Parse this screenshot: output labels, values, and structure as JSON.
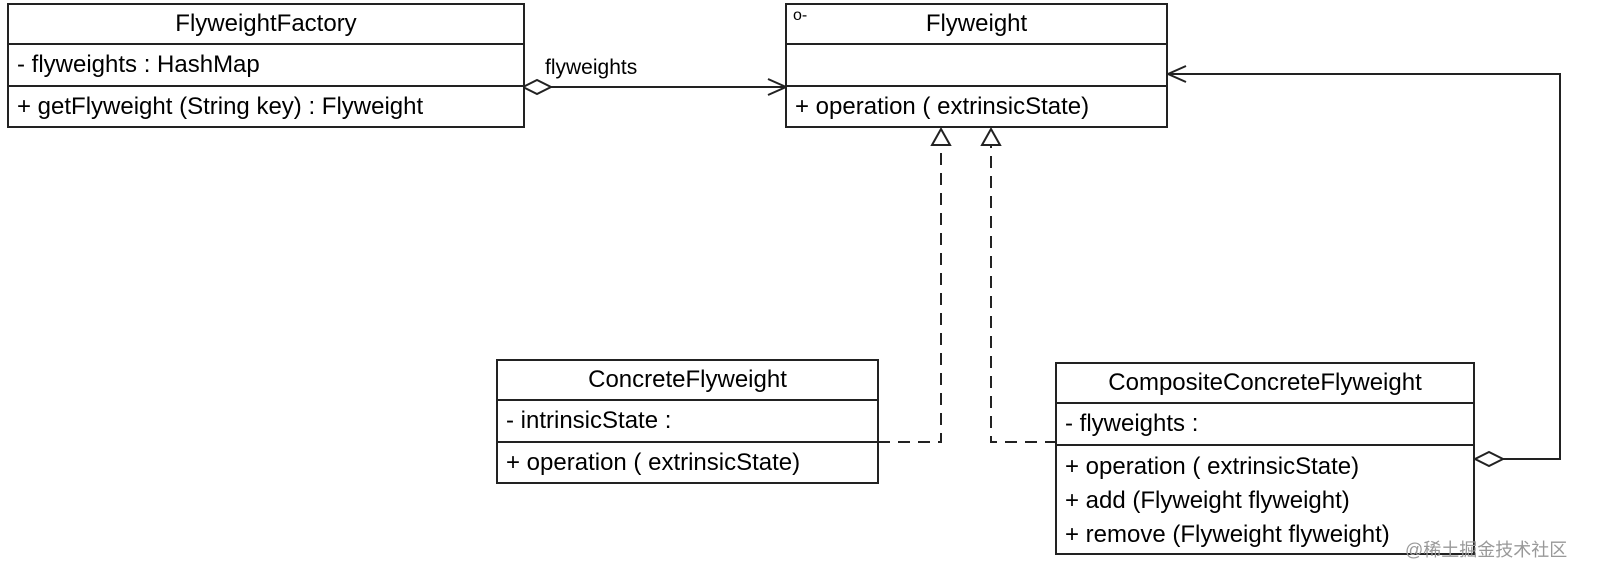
{
  "classes": {
    "factory": {
      "name": "FlyweightFactory",
      "attributes": [
        "- flyweights : HashMap"
      ],
      "operations": [
        "+ getFlyweight (String key) : Flyweight"
      ]
    },
    "flyweight": {
      "stereotype_icon": "o-",
      "name": "Flyweight",
      "attributes": [],
      "operations": [
        "+ operation ( extrinsicState)"
      ]
    },
    "concrete": {
      "name": "ConcreteFlyweight",
      "attributes": [
        "- intrinsicState :"
      ],
      "operations": [
        "+ operation ( extrinsicState)"
      ]
    },
    "composite": {
      "name": "CompositeConcreteFlyweight",
      "attributes": [
        "- flyweights :"
      ],
      "operations": [
        "+ operation ( extrinsicState)",
        "+ add (Flyweight flyweight)",
        "+ remove (Flyweight flyweight)"
      ]
    }
  },
  "associations": {
    "factory_to_flyweight_label": "flyweights"
  },
  "watermark": "@稀土掘金技术社区"
}
